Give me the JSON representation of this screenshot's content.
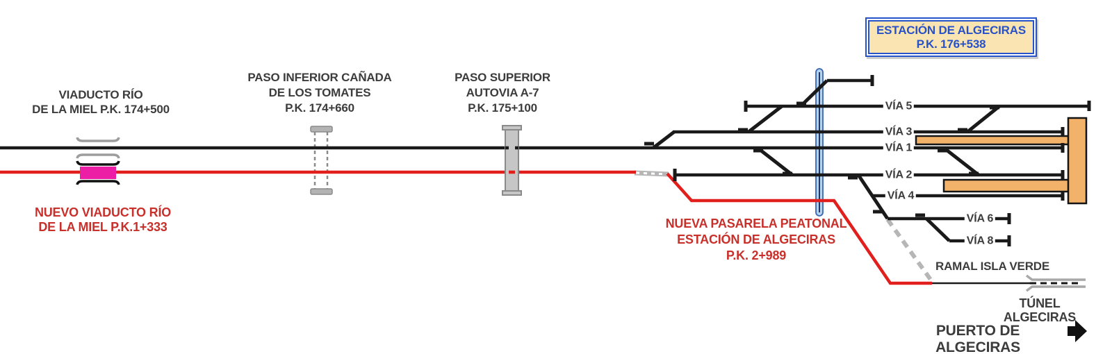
{
  "diagram": {
    "station_box": {
      "title": "ESTACIÓN DE ALGECIRAS",
      "pk": "P.K. 176+538"
    },
    "labels": {
      "viaducto_rio": "VIADUCTO RÍO\nDE LA MIEL P.K. 174+500",
      "paso_inferior": "PASO INFERIOR CAÑADA\nDE LOS TOMATES\nP.K. 174+660",
      "paso_superior": "PASO SUPERIOR\nAUTOVIA A-7\nP.K. 175+100",
      "nuevo_viaducto": "NUEVO VIADUCTO RÍO\nDE LA MIEL P.K.1+333",
      "nueva_pasarela": "NUEVA PASARELA PEATONAL\nESTACIÓN DE ALGECIRAS\nP.K. 2+989",
      "ramal_isla_verde": "RAMAL ISLA VERDE",
      "tunel_algeciras": "TÚNEL ALGECIRAS",
      "puerto_de_algeciras": "PUERTO DE ALGECIRAS"
    },
    "track_labels": {
      "via5": "VÍA 5",
      "via3": "VÍA 3",
      "via1": "VÍA 1",
      "via2": "VÍA 2",
      "via4": "VÍA 4",
      "via6": "VÍA 6",
      "via8": "VÍA 8"
    }
  },
  "colors": {
    "track": "#1a1a1a",
    "new-line": "#e11f1c",
    "label-dark": "#3c3c3c",
    "label-red": "#c8302b",
    "platform-fill": "#f3b269",
    "platform-stroke": "#141414",
    "pasarela-fill": "#b5d2ef",
    "pasarela-stroke": "#3a66ae",
    "pasarela-core": "#1f3864",
    "box-fill": "#fae5b2",
    "box-border": "#2653c9",
    "box-text": "#2751c8",
    "symbol-gray": "#9d9d9d",
    "symbol-gray-dark": "#8a8a8a",
    "paso-fill": "#c6c6c6",
    "paso-cap": "#b3b3b3",
    "magenta": "#ec1ea6",
    "removed-gray": "#b6b6b6"
  }
}
